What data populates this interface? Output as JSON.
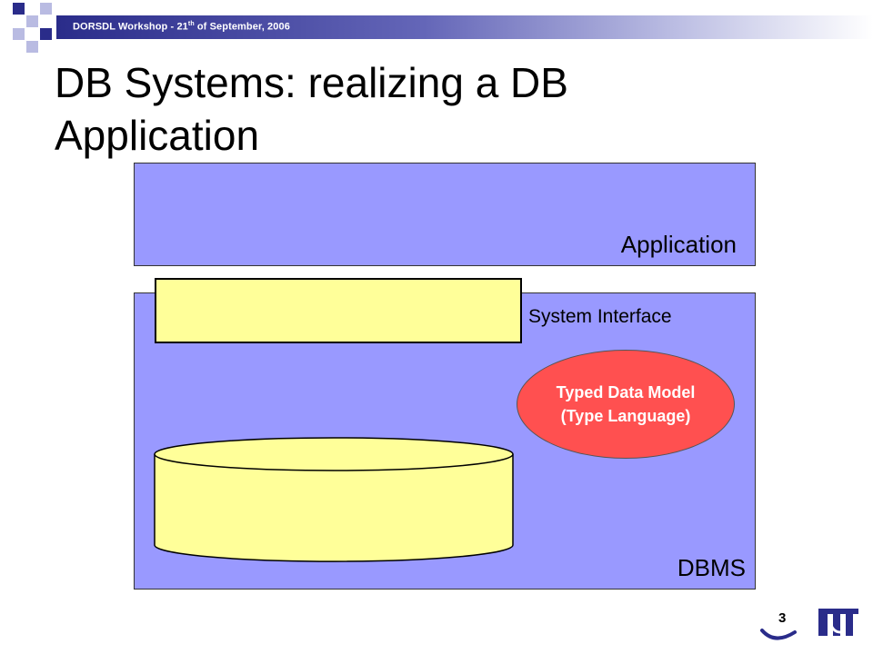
{
  "header": {
    "workshop_prefix": "DORSDL Workshop - 21",
    "ordinal_suffix": "th",
    "workshop_date": " of September, 2006"
  },
  "slide": {
    "title": "DB Systems: realizing a DB Application"
  },
  "diagram": {
    "application_label": "Application",
    "system_interface_label": "System Interface",
    "dbms_label": "DBMS",
    "data_model_label": "Typed Data Model\n(Type Language)"
  },
  "footer": {
    "page_number": "3"
  },
  "colors": {
    "panel_fill": "#9999ff",
    "box_fill": "#ffff99",
    "ellipse_fill": "#ff5050",
    "header_dark": "#2a2c8a"
  }
}
